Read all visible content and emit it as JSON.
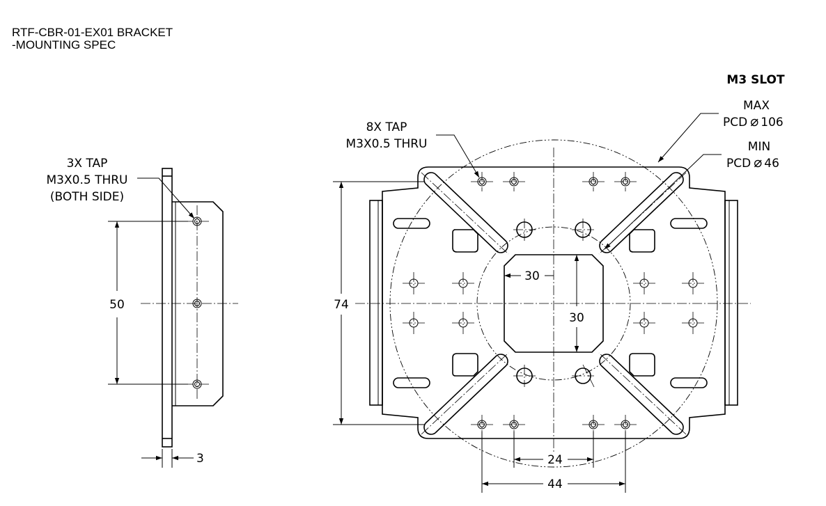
{
  "title": {
    "line1": "RTF-CBR-01-EX01 BRACKET",
    "line2": "-MOUNTING SPEC"
  },
  "side_view": {
    "tap_note": [
      "3X TAP",
      "M3X0.5 THRU",
      "(BOTH SIDE)"
    ],
    "dim_hole_spacing": "50",
    "dim_thickness": "3"
  },
  "front_view": {
    "tap_note": [
      "8X TAP",
      "M3X0.5 THRU"
    ],
    "slot_title": "M3 SLOT",
    "pcd_max": [
      "MAX",
      "PCD",
      "106"
    ],
    "pcd_min": [
      "MIN",
      "PCD",
      "46"
    ],
    "diameter_symbol": "⌀",
    "dim_height": "74",
    "dim_cutout_width": "30",
    "dim_cutout_height": "30",
    "dim_inner_spacing": "24",
    "dim_outer_spacing": "44"
  }
}
